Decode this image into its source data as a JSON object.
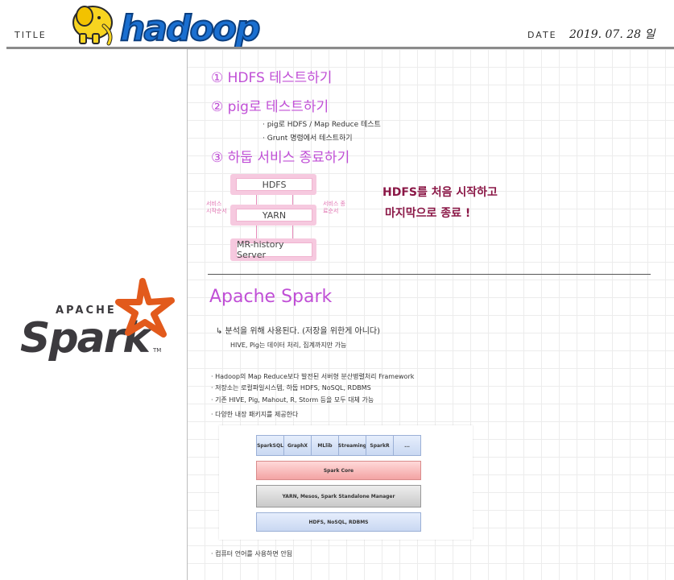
{
  "header": {
    "title_label": "TITLE",
    "logo_text": "hadoop",
    "date_label": "DATE",
    "date_value": "2019. 07. 28 일"
  },
  "hadoop_notes": {
    "item1": "① HDFS 테스트하기",
    "item2": "② pig로 테스트하기",
    "item2_sub1": "· pig로 HDFS / Map Reduce 테스트",
    "item2_sub2": "· Grunt 명령에서 테스트하기",
    "item3": "③ 하둡 서비스 종료하기",
    "stack": [
      "HDFS",
      "YARN",
      "MR-history Server"
    ],
    "left_note": "서비스 시작순서",
    "right_note": "서비스 종료순서",
    "callout_line1": "HDFS를 처음 시작하고",
    "callout_line2": "마지막으로 종료 !"
  },
  "spark_logo": {
    "apache": "APACHE",
    "word": "Spark",
    "tm": "TM"
  },
  "spark_notes": {
    "heading": "Apache Spark",
    "arrow_line": "↳ 분석을 위해 사용된다. (저장을 위한게 아니다)",
    "sub_line": "HIVE, Pig는 데이터 처리, 집계까지만 가능",
    "bullets": [
      "· Hadoop의 Map Reduce보다 발전된 서버형 분산병렬처리 Framework",
      "· 저장소는 로컬파일시스템, 하둡 HDFS, NoSQL, RDBMS",
      "· 기존 HIVE, Pig, Mahout, R, Storm 등을 모두 대체 가능",
      "· 다양한 내장 패키지를 제공한다"
    ],
    "footer": "· 컴퓨터 언어를 사용하면 안됨"
  },
  "spark_stack": {
    "top": [
      "SparkSQL",
      "GraphX",
      "MLlib",
      "Streaming",
      "SparkR",
      "..."
    ],
    "core": "Spark Core",
    "manager": "YARN, Mesos, Spark Standalone Manager",
    "storage": "HDFS, NoSQL, RDBMS"
  },
  "colors": {
    "accent": "#c04fd6",
    "pink": "#f6c9df",
    "wine": "#8a1746",
    "spark_orange": "#e25a1c"
  }
}
